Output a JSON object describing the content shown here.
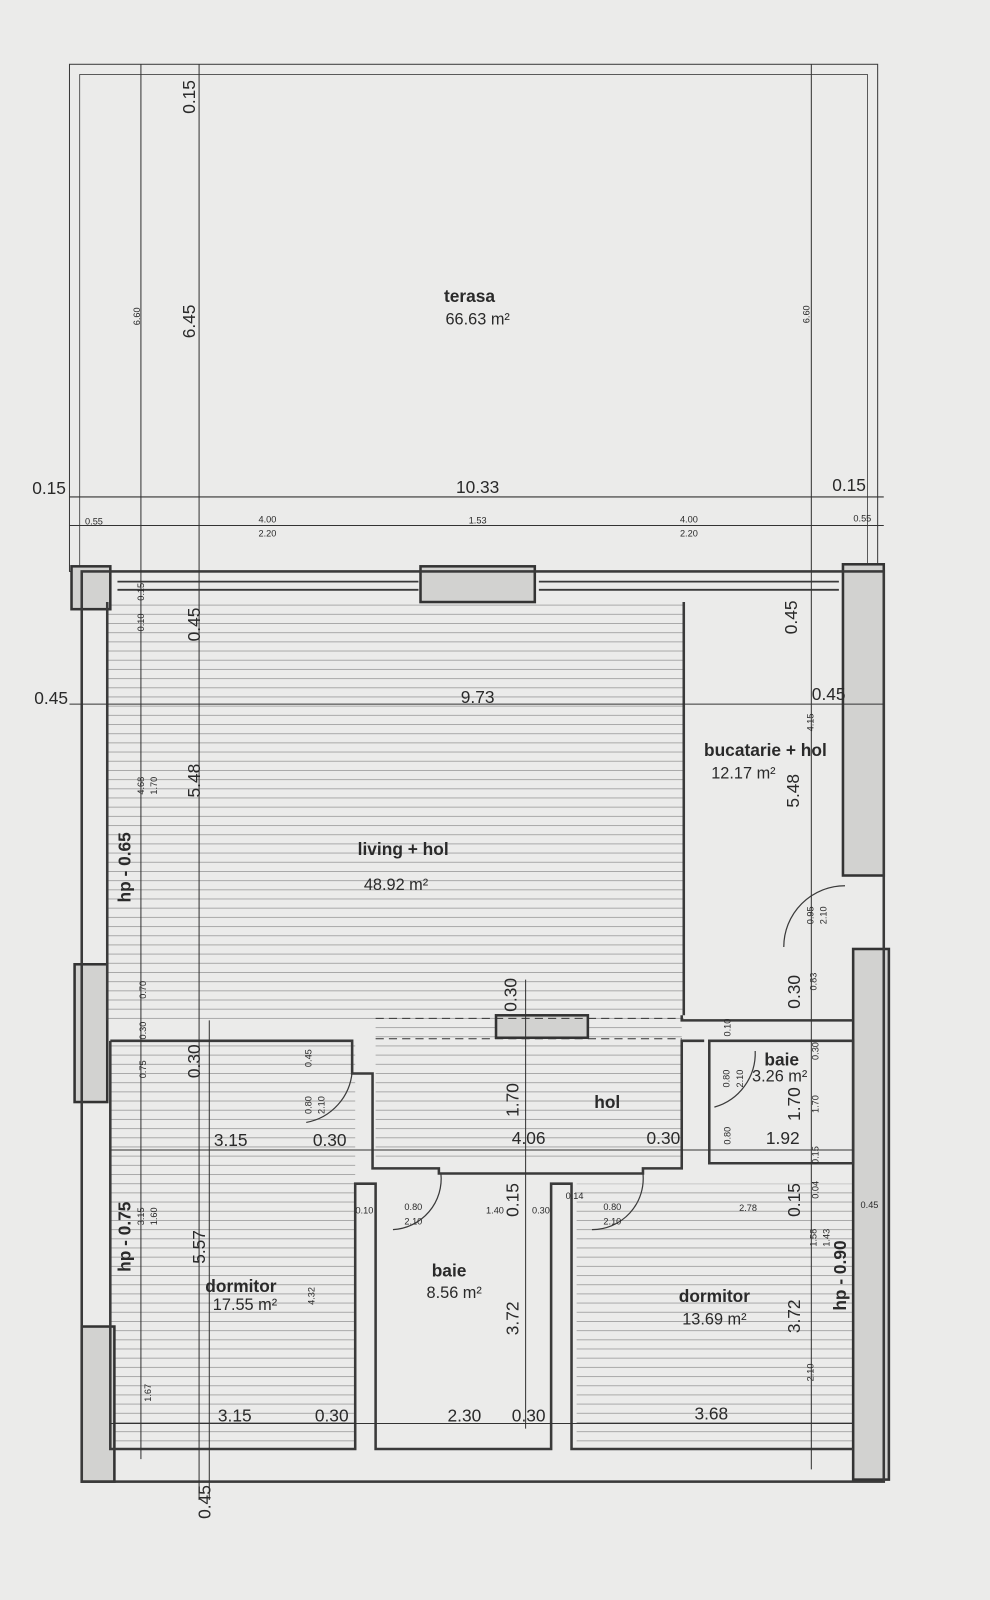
{
  "rooms": [
    {
      "name": "terasa",
      "area": "66.63 m²"
    },
    {
      "name": "living + hol",
      "area": "48.92 m²"
    },
    {
      "name": "bucatarie + hol",
      "area": "12.17 m²"
    },
    {
      "name": "baie",
      "area": "3.26 m²"
    },
    {
      "name": "hol",
      "area": ""
    },
    {
      "name": "dormitor",
      "area": "17.55 m²"
    },
    {
      "name": "baie",
      "area": "8.56 m²"
    },
    {
      "name": "dormitor",
      "area": "13.69 m²"
    }
  ],
  "dims_h": [
    "0.15",
    "10.33",
    "0.15",
    "0.55",
    "4.00",
    "2.20",
    "1.53",
    "4.00",
    "2.20",
    "0.55",
    "0.45",
    "9.73",
    "0.45",
    "3.15",
    "0.30",
    "4.06",
    "0.30",
    "1.92",
    "3.15",
    "0.30",
    "2.30",
    "0.30",
    "3.68",
    "0.80",
    "2.10",
    "0.80",
    "2.10",
    "1.40",
    "0.30",
    "0.10",
    "2.78",
    "0.45",
    "0.14"
  ],
  "dims_v": [
    "0.15",
    "6.45",
    "6.60",
    "6.60",
    "0.45",
    "5.48",
    "0.30",
    "5.57",
    "0.45",
    "0.45",
    "5.48",
    "0.30",
    "1.70",
    "0.15",
    "3.72",
    "0.30",
    "1.70",
    "0.15",
    "3.72",
    "hp - 0.65",
    "hp - 0.75",
    "hp - 0.90"
  ],
  "dims_v_small": [
    "0.10",
    "0.15",
    "4.68",
    "1.70",
    "0.70",
    "0.30",
    "0.75",
    "3.15",
    "1.60",
    "4.32",
    "1.67",
    "0.45",
    "0.80",
    "2.10",
    "4.15",
    "0.95",
    "2.10",
    "0.83",
    "0.10",
    "0.80",
    "2.10",
    "0.30",
    "1.70",
    "0.80",
    "0.15",
    "0.04",
    "1.58",
    "1.43",
    "2.10"
  ],
  "colors": {
    "paper": "#ebebea",
    "line": "#333333",
    "wall": "#d2d2d0"
  }
}
